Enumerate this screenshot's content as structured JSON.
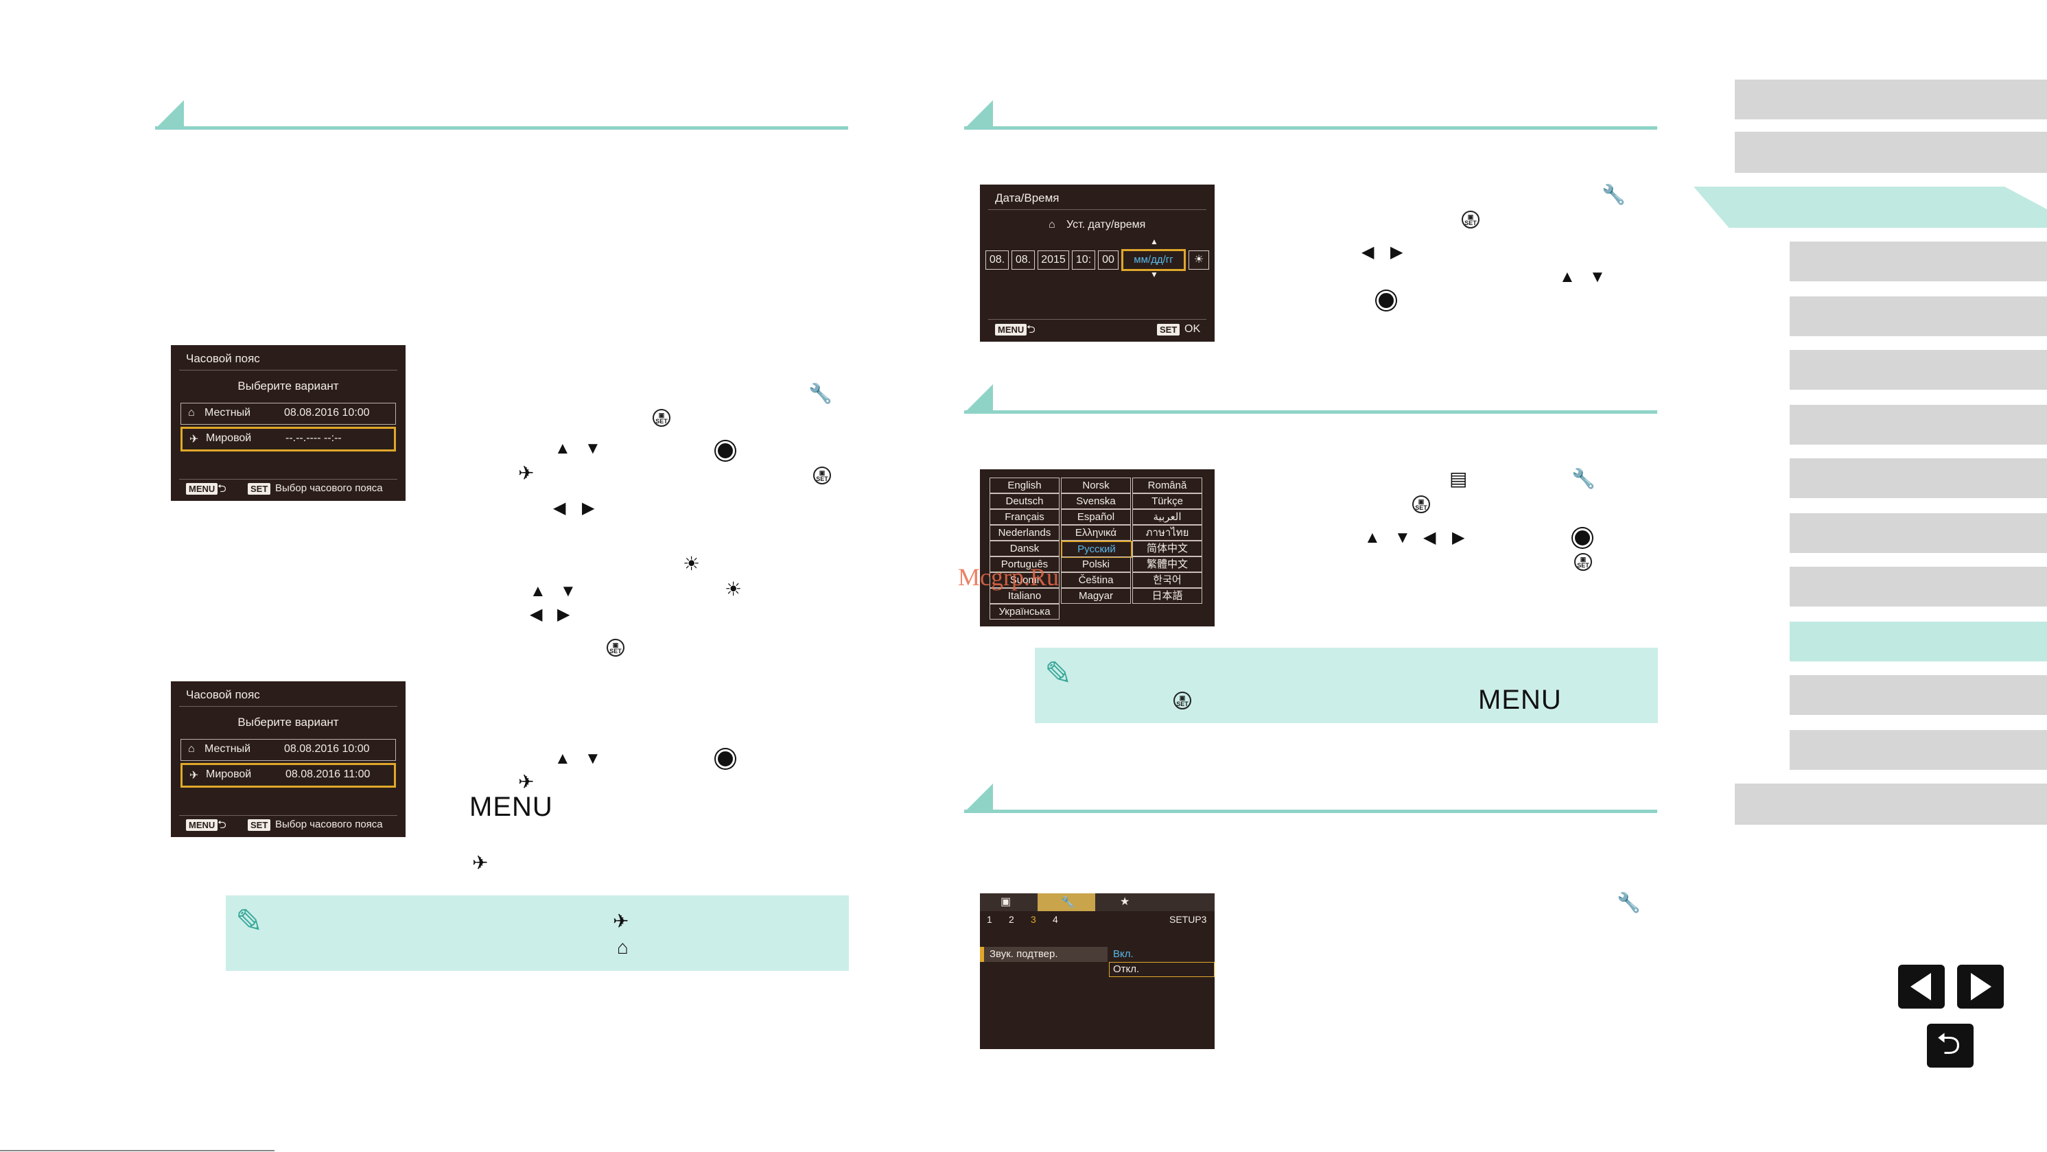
{
  "watermark": "Mcgrp.Ru",
  "screens": {
    "tz1": {
      "title": "Часовой пояс",
      "subtitle": "Выберите вариант",
      "local_label": "Местный",
      "local_value": "08.08.2016 10:00",
      "world_label": "Мировой",
      "world_value": "--.--.---- --:--",
      "btn_menu": "MENU",
      "btn_set": "SET",
      "set_label": "Выбор часового пояса"
    },
    "tz2": {
      "title": "Часовой пояс",
      "subtitle": "Выберите вариант",
      "local_label": "Местный",
      "local_value": "08.08.2016 10:00",
      "world_label": "Мировой",
      "world_value": "08.08.2016 11:00",
      "btn_menu": "MENU",
      "btn_set": "SET",
      "set_label": "Выбор часового пояса"
    },
    "datetime": {
      "title": "Дата/Время",
      "subtitle": "Уст. дату/время",
      "fields": [
        "08.",
        "08.",
        "2015",
        "10:",
        "00"
      ],
      "format": "мм/дд/гг",
      "btn_menu": "MENU",
      "btn_set": "SET",
      "ok": "OK"
    },
    "language": {
      "cells": [
        "English",
        "Norsk",
        "Română",
        "Deutsch",
        "Svenska",
        "Türkçe",
        "Français",
        "Español",
        "العربية",
        "Nederlands",
        "Ελληνικά",
        "ภาษาไทย",
        "Dansk",
        "Русский",
        "简体中文",
        "Português",
        "Polski",
        "繁體中文",
        "Suomi",
        "Čeština",
        "한국어",
        "Italiano",
        "Magyar",
        "日本語",
        "Українська",
        "",
        ""
      ],
      "selected": "Русский"
    },
    "setup": {
      "tab_nums": [
        "1",
        "2",
        "3",
        "4"
      ],
      "tab_name": "SETUP3",
      "item": "Звук. подтвер.",
      "opt_on": "Вкл.",
      "opt_off": "Откл."
    }
  },
  "menu_word_1": "MENU",
  "menu_word_2": "MENU",
  "colors": {
    "accent": "#8fd3c7",
    "note_bg": "#cceee8",
    "camera_bg": "#2b1e1a",
    "selection": "#e0a82a",
    "nav_gray": "#d6d6d6",
    "nav_active": "#bfe9e1"
  }
}
